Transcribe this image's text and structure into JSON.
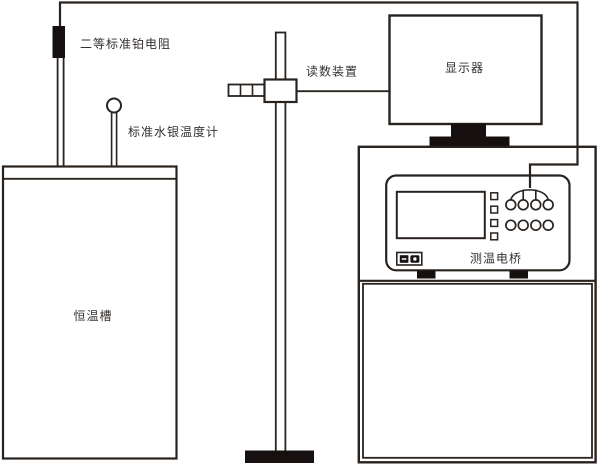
{
  "labels": {
    "platinum_resistor": "二等标准铂电阻",
    "mercury_thermometer": "标准水银温度计",
    "reading_device": "读数装置",
    "monitor": "显示器",
    "bath": "恒温槽",
    "bridge": "测温电桥"
  },
  "colors": {
    "line": "#29231f",
    "fill_dark": "#171010",
    "background": "#ffffff",
    "text": "#34302e"
  }
}
